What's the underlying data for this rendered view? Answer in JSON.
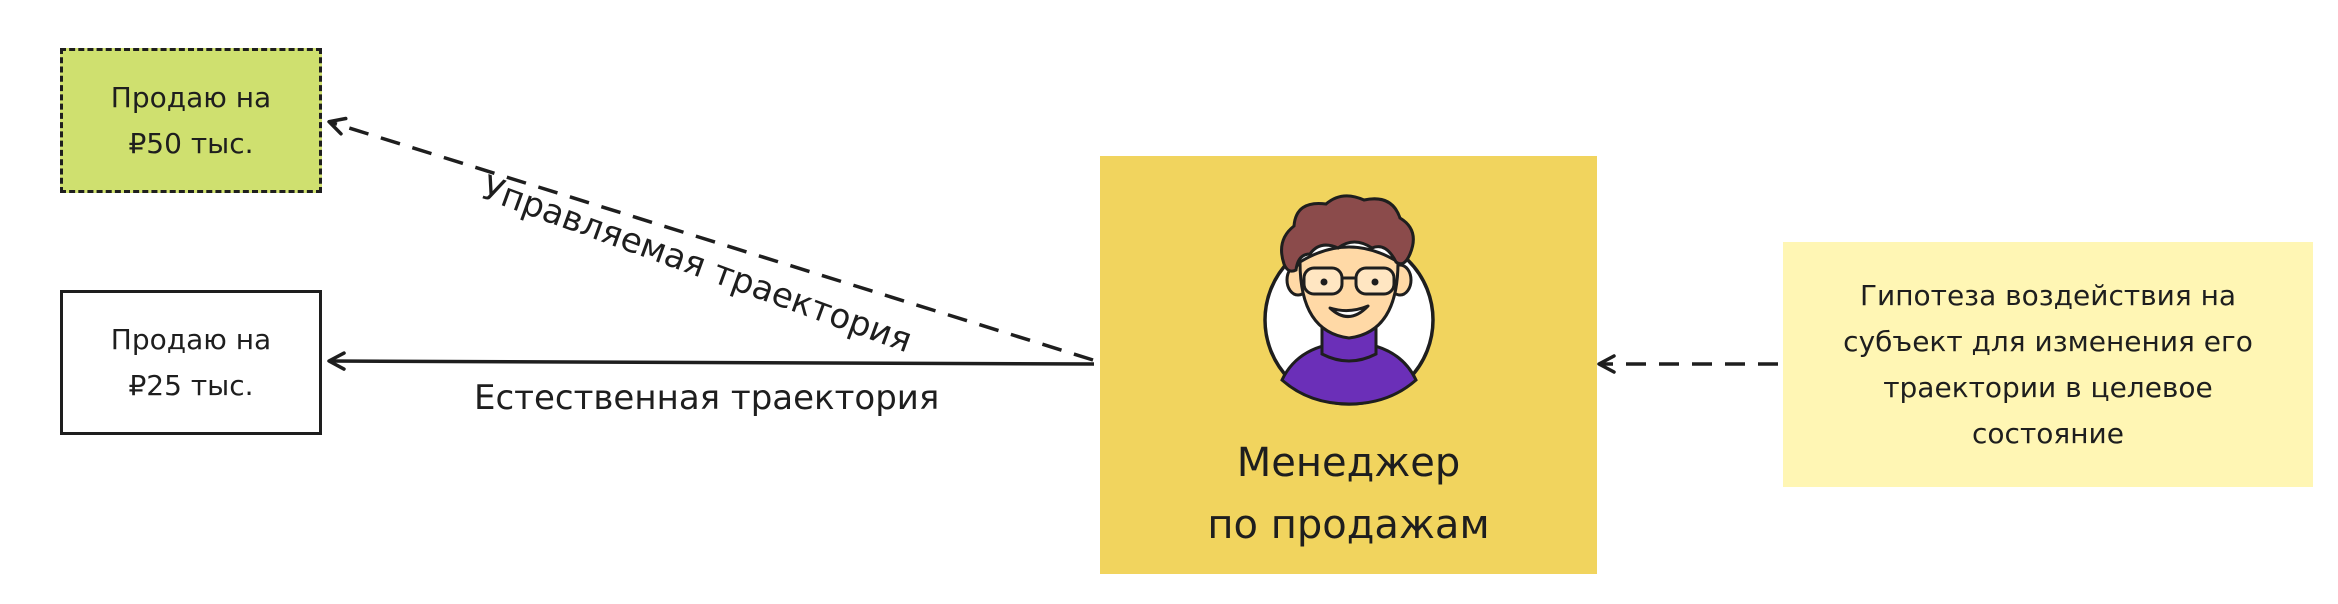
{
  "nodes": {
    "sale_50": {
      "line1": "Продаю на",
      "line2": "₽50 тыс."
    },
    "sale_25": {
      "line1": "Продаю на",
      "line2": "₽25 тыс."
    },
    "manager": {
      "line1": "Менеджер",
      "line2": "по продажам"
    },
    "hypothesis": {
      "line1": "Гипотеза воздействия на",
      "line2": "субъект для изменения его",
      "line3": "траектории в целевое",
      "line4": "состояние"
    }
  },
  "edges": {
    "controlled": "Управляемая траектория",
    "natural": "Естественная траектория"
  },
  "colors": {
    "sale_50_fill": "#cfe06f",
    "manager_fill": "#f1d45e",
    "hypothesis_fill": "#fff6b4",
    "stroke": "#1e1e1e"
  },
  "icons": [
    "manager-avatar-icon"
  ]
}
